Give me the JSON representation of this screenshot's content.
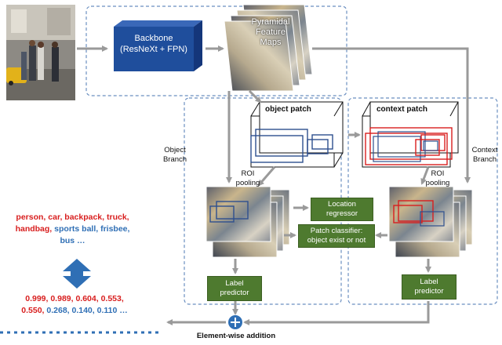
{
  "labels": {
    "backbone_line1": "Backbone",
    "backbone_line2": "(ResNeXt + FPN)",
    "pyramid_line1": "Pyramidal",
    "pyramid_line2": "Feature",
    "pyramid_line3": "Maps",
    "object_patch": "object patch",
    "context_patch": "context patch",
    "object_branch_line1": "Object",
    "object_branch_line2": "Branch",
    "context_branch_line1": "Context",
    "context_branch_line2": "Branch",
    "roi_left_line1": "ROI",
    "roi_left_line2": "pooling",
    "roi_right_line1": "ROI",
    "roi_right_line2": "pooling",
    "location_line1": "Location",
    "location_line2": "regressor",
    "patch_line1": "Patch classifier:",
    "patch_line2": "object exist or not",
    "label_left_line1": "Label",
    "label_left_line2": "predictor",
    "label_right_line1": "Label",
    "label_right_line2": "predictor",
    "elementwise": "Element-wise addition"
  },
  "classes": [
    {
      "text": "person, car, backpack, truck,",
      "color": "red"
    },
    {
      "text": "handbag, ",
      "color": "red"
    },
    {
      "text": "sports ball, frisbee,",
      "color": "blue"
    },
    {
      "text": "bus …",
      "color": "blue"
    }
  ],
  "scores": [
    {
      "text": "0.999, 0.989, 0.604, 0.553,",
      "color": "red"
    },
    {
      "text": "0.550, ",
      "color": "red"
    },
    {
      "text": "0.268, 0.140, 0.110 …",
      "color": "blue"
    }
  ],
  "colors": {
    "backbone": "#1f4e9c",
    "green_box": "#4e7a2f",
    "dashed_border": "#6b8fc0",
    "arrow": "#9a9a9a",
    "red_text": "#d81e1e",
    "blue_text": "#2f6fb5",
    "plus_circle": "#2f6fb5"
  }
}
